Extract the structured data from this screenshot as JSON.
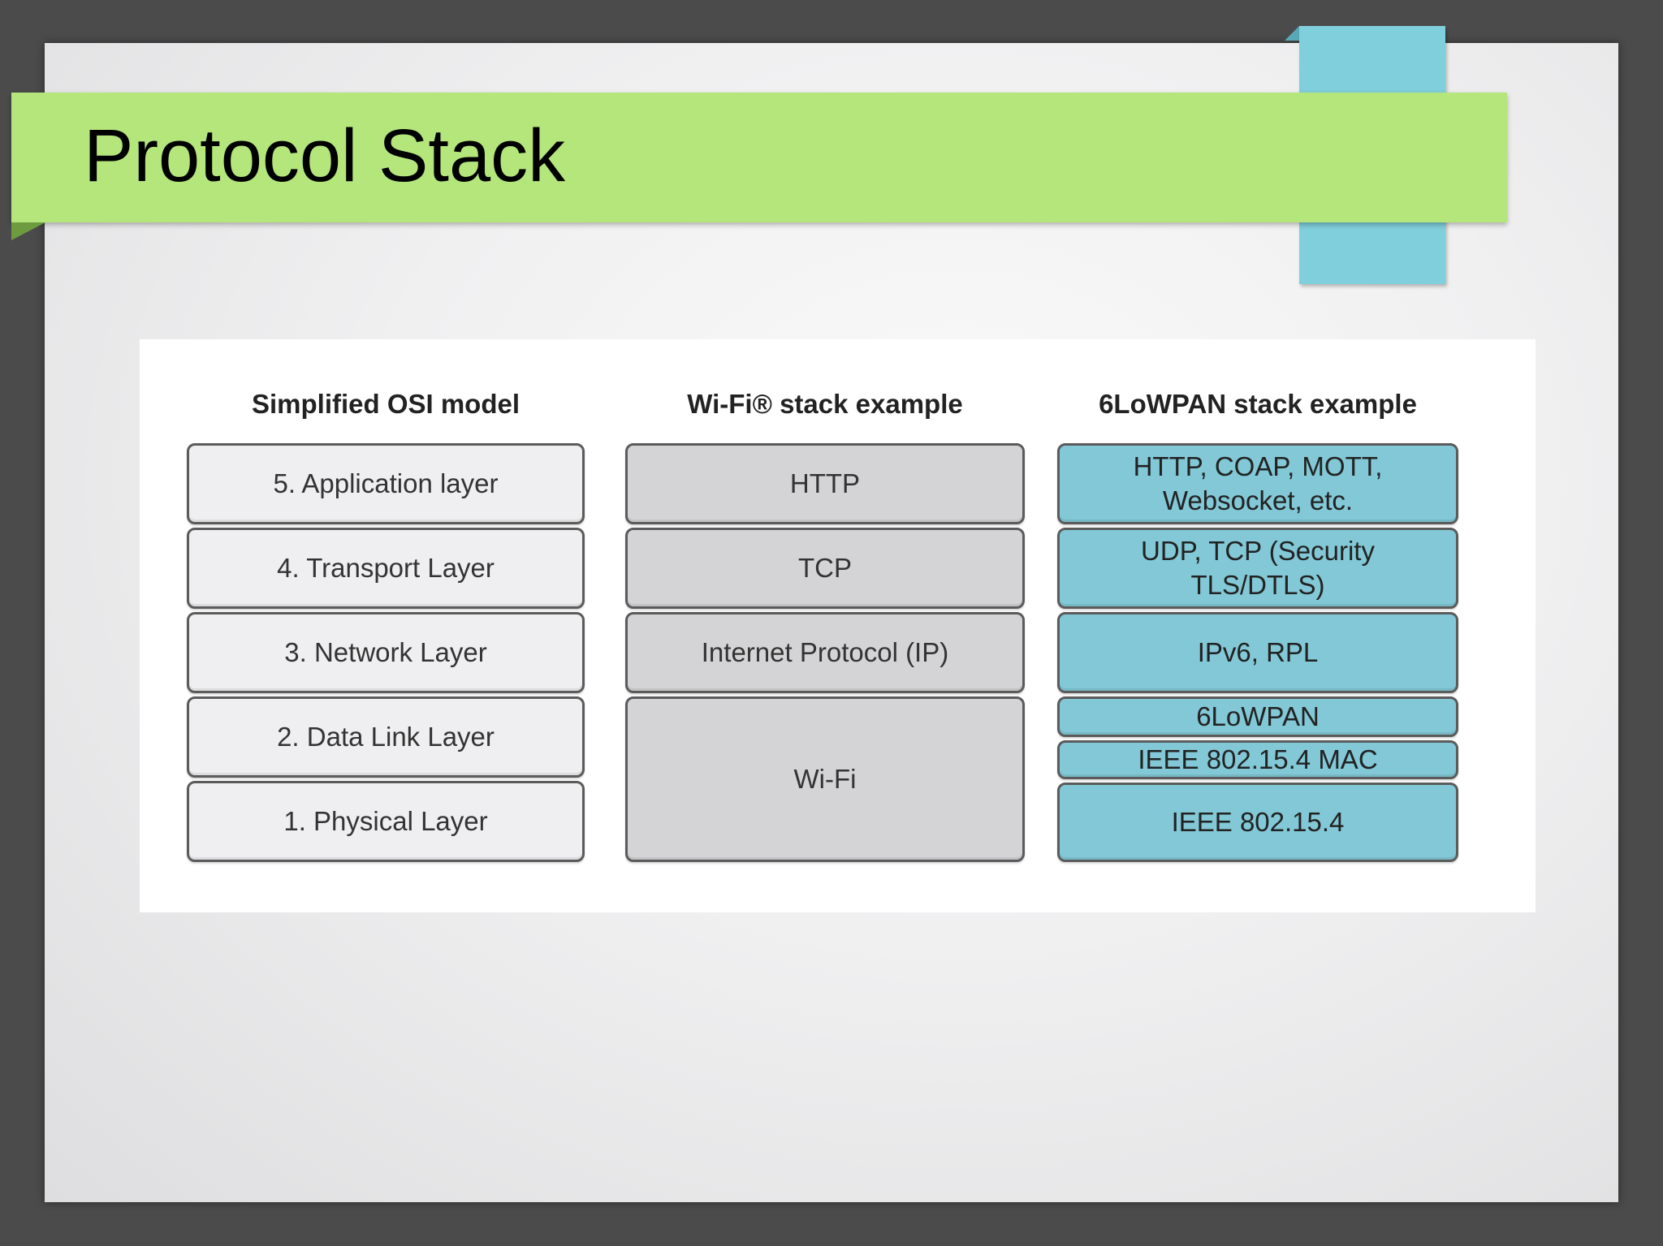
{
  "slide": {
    "title": "Protocol Stack"
  },
  "diagram": {
    "columns": [
      {
        "header": "Simplified OSI model",
        "layers": [
          "5. Application layer",
          "4. Transport Layer",
          "3. Network Layer",
          "2. Data Link Layer",
          "1. Physical Layer"
        ]
      },
      {
        "header": "Wi-Fi® stack example",
        "layers": [
          "HTTP",
          "TCP",
          "Internet Protocol (IP)",
          "Wi-Fi"
        ]
      },
      {
        "header": "6LoWPAN stack example",
        "layers": [
          "HTTP, COAP, MOTT,\nWebsocket, etc.",
          "UDP, TCP (Security\nTLS/DTLS)",
          "IPv6, RPL",
          "6LoWPAN",
          "IEEE 802.15.4 MAC",
          "IEEE 802.15.4"
        ]
      }
    ],
    "colors": {
      "title_band": "#b4e67c",
      "accent_tab": "#80cfdc",
      "osi_fill": "#efeff1",
      "wifi_fill": "#d4d4d6",
      "lowpan_fill": "#82c8d6"
    }
  }
}
